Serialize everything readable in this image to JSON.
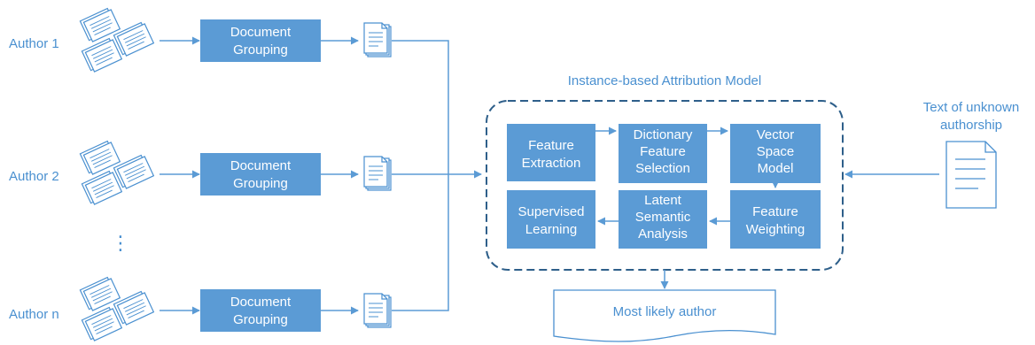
{
  "authors": [
    {
      "label": "Author 1",
      "grouping": [
        "Document",
        "Grouping"
      ]
    },
    {
      "label": "Author 2",
      "grouping": [
        "Document",
        "Grouping"
      ]
    },
    {
      "label": "Author n",
      "grouping": [
        "Document",
        "Grouping"
      ]
    }
  ],
  "ellipsis": "⋮",
  "model": {
    "title": "Instance-based Attribution Model",
    "steps": [
      {
        "lines": [
          "Feature",
          "Extraction"
        ]
      },
      {
        "lines": [
          "Dictionary",
          "Feature",
          "Selection"
        ]
      },
      {
        "lines": [
          "Vector",
          "Space",
          "Model"
        ]
      },
      {
        "lines": [
          "Feature",
          "Weighting"
        ]
      },
      {
        "lines": [
          "Latent",
          "Semantic",
          "Analysis"
        ]
      },
      {
        "lines": [
          "Supervised",
          "Learning"
        ]
      }
    ]
  },
  "unknown_text": [
    "Text of unknown",
    "authorship"
  ],
  "output": "Most likely author",
  "colors": {
    "box_fill": "#5b9bd5",
    "line": "#5b9bd5",
    "label": "#4a90d0",
    "dashed_border": "#2e5f8a",
    "box_text": "#ffffff"
  }
}
